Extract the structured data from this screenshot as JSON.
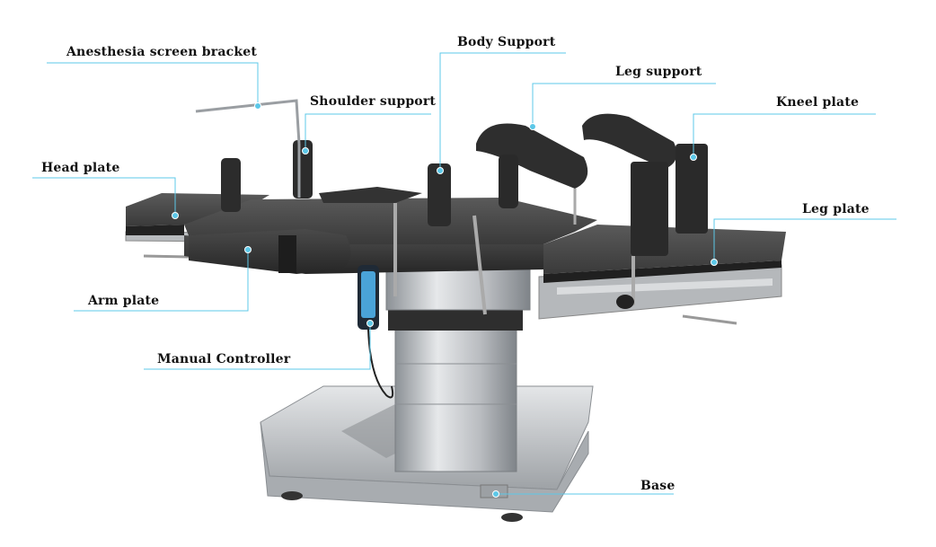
{
  "labels": {
    "anesthesia": "Anesthesia screen bracket",
    "body_support": "Body Support",
    "shoulder": "Shoulder support",
    "leg_support": "Leg support",
    "kneel": "Kneel plate",
    "head": "Head plate",
    "leg_plate": "Leg plate",
    "arm": "Arm plate",
    "manual": "Manual Controller",
    "base": "Base"
  },
  "colors": {
    "leader": "#5cc8e8",
    "cushion": "#3a3a3a",
    "metal": "#c4c6c9",
    "text": "#111111"
  }
}
